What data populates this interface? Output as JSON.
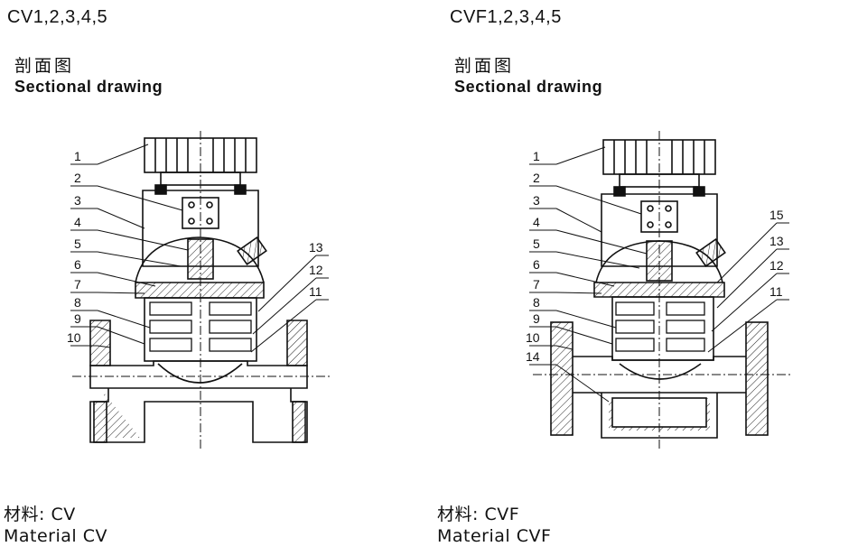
{
  "left": {
    "model": "CV1,2,3,4,5",
    "title_cn": "剖面图",
    "title_en": "Sectional drawing",
    "material_cn": "材料: CV",
    "material_en": "Material  CV",
    "labels": [
      "1",
      "2",
      "3",
      "4",
      "5",
      "6",
      "7",
      "8",
      "9",
      "10",
      "13",
      "12",
      "11"
    ]
  },
  "right": {
    "model": "CVF1,2,3,4,5",
    "title_cn": "剖面图",
    "title_en": "Sectional drawing",
    "material_cn": "材料: CVF",
    "material_en": "Material  CVF",
    "labels": [
      "1",
      "2",
      "3",
      "4",
      "5",
      "6",
      "7",
      "8",
      "9",
      "10",
      "14",
      "15",
      "13",
      "12",
      "11"
    ]
  }
}
